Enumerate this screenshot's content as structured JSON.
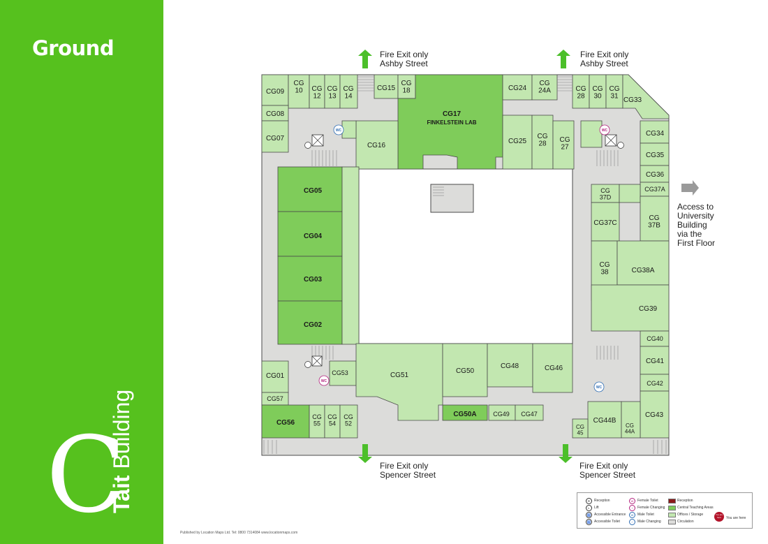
{
  "floor": {
    "title": "Ground"
  },
  "building": {
    "letter": "C",
    "name_bold": "Tait",
    "name_light": " Building"
  },
  "colors": {
    "sidebar": "#56c11e",
    "central_teaching": "#7fcc5a",
    "offices_storage": "#c2e7b0",
    "circulation": "#dcdcda",
    "reception": "#8b1a1a",
    "exit_arrow": "#4cbf2a",
    "outline": "#4a4a4a"
  },
  "exits": {
    "top_left": {
      "line1": "Fire Exit only",
      "line2": "Ashby Street"
    },
    "top_right": {
      "line1": "Fire Exit only",
      "line2": "Ashby Street"
    },
    "bottom_left": {
      "line1": "Fire Exit only",
      "line2": "Spencer Street"
    },
    "bottom_right": {
      "line1": "Fire Exit only",
      "line2": "Spencer Street"
    }
  },
  "access": {
    "line1": "Access to",
    "line2": "University",
    "line3": "Building",
    "line4": "via the",
    "line5": "First Floor"
  },
  "lab_name": "FINKELSTEIN LAB",
  "wc_label": "WC",
  "rooms": [
    {
      "id": "CG09",
      "label": "CG09"
    },
    {
      "id": "CG10",
      "label": "CG 10"
    },
    {
      "id": "CG12",
      "label": "CG 12"
    },
    {
      "id": "CG13",
      "label": "CG 13"
    },
    {
      "id": "CG14",
      "label": "CG 14"
    },
    {
      "id": "CG15",
      "label": "CG15"
    },
    {
      "id": "CG18",
      "label": "CG 18"
    },
    {
      "id": "CG17",
      "label": "CG17"
    },
    {
      "id": "CG24",
      "label": "CG24"
    },
    {
      "id": "CG24A",
      "label": "CG 24A"
    },
    {
      "id": "CG28a",
      "label": "CG 28"
    },
    {
      "id": "CG30",
      "label": "CG 30"
    },
    {
      "id": "CG31",
      "label": "CG 31"
    },
    {
      "id": "CG33",
      "label": "CG33"
    },
    {
      "id": "CG08",
      "label": "CG08"
    },
    {
      "id": "CG07",
      "label": "CG07"
    },
    {
      "id": "CG16",
      "label": "CG16"
    },
    {
      "id": "CG25",
      "label": "CG25"
    },
    {
      "id": "CG28b",
      "label": "CG 28"
    },
    {
      "id": "CG27",
      "label": "CG 27"
    },
    {
      "id": "CG34",
      "label": "CG34"
    },
    {
      "id": "CG35",
      "label": "CG35"
    },
    {
      "id": "CG36",
      "label": "CG36"
    },
    {
      "id": "CG37A",
      "label": "CG37A"
    },
    {
      "id": "CG37D",
      "label": "CG 37D"
    },
    {
      "id": "CG37C",
      "label": "CG37C"
    },
    {
      "id": "CG37B",
      "label": "CG 37B"
    },
    {
      "id": "CG05",
      "label": "CG05"
    },
    {
      "id": "CG04",
      "label": "CG04"
    },
    {
      "id": "CG03",
      "label": "CG03"
    },
    {
      "id": "CG02",
      "label": "CG02"
    },
    {
      "id": "CG38",
      "label": "CG 38"
    },
    {
      "id": "CG38A",
      "label": "CG38A"
    },
    {
      "id": "CG39",
      "label": "CG39"
    },
    {
      "id": "CG40",
      "label": "CG40"
    },
    {
      "id": "CG41",
      "label": "CG41"
    },
    {
      "id": "CG42",
      "label": "CG42"
    },
    {
      "id": "CG43",
      "label": "CG43"
    },
    {
      "id": "CG44B",
      "label": "CG44B"
    },
    {
      "id": "CG44A",
      "label": "CG 44A"
    },
    {
      "id": "CG45",
      "label": "CG 45"
    },
    {
      "id": "CG01",
      "label": "CG01"
    },
    {
      "id": "CG53",
      "label": "CG53"
    },
    {
      "id": "CG57",
      "label": "CG57"
    },
    {
      "id": "CG56",
      "label": "CG56"
    },
    {
      "id": "CG55",
      "label": "CG 55"
    },
    {
      "id": "CG54",
      "label": "CG 54"
    },
    {
      "id": "CG52",
      "label": "CG 52"
    },
    {
      "id": "CG51",
      "label": "CG51"
    },
    {
      "id": "CG50",
      "label": "CG50"
    },
    {
      "id": "CG50A",
      "label": "CG50A"
    },
    {
      "id": "CG48",
      "label": "CG48"
    },
    {
      "id": "CG46",
      "label": "CG46"
    },
    {
      "id": "CG49",
      "label": "CG49"
    },
    {
      "id": "CG47",
      "label": "CG47"
    }
  ],
  "legend": {
    "reception_icon": "Reception",
    "lift": "Lift",
    "accessible_entrance": "Accessible Entrance",
    "accessible_toilet": "Accessible Toilet",
    "female_toilet": "Female Toilet",
    "female_changing": "Female Changing",
    "male_toilet": "Male Toilet",
    "male_changing": "Male Changing",
    "reception_area": "Reception",
    "central_teaching": "Central Teaching Areas",
    "offices_storage": "Offices / Storage",
    "circulation": "Circulation",
    "you_are_here": "You are here",
    "you_are_here_badge": "You are here"
  },
  "footer": "Published by Location Maps Ltd. Tel: 0800 7314084  www.locationmaps.com"
}
